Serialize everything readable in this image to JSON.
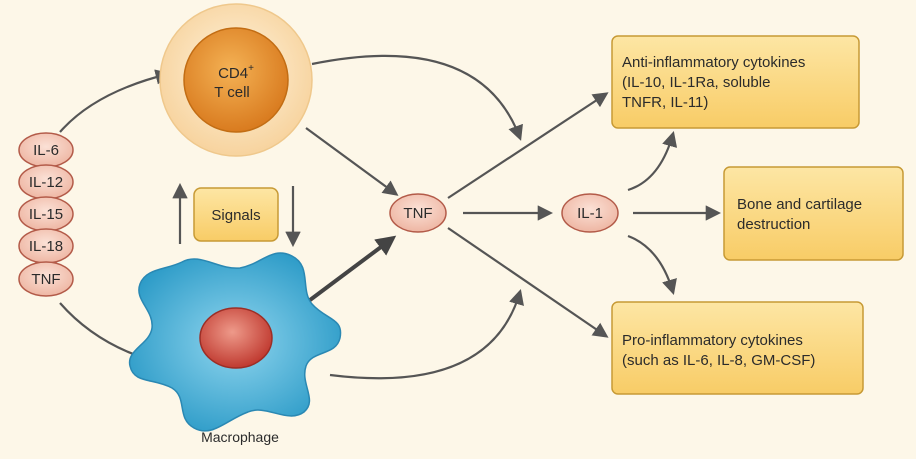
{
  "cytokine_stack": [
    "IL-6",
    "IL-12",
    "IL-15",
    "IL-18",
    "TNF"
  ],
  "tcell": {
    "label_line1": "CD4",
    "label_sup": "+",
    "label_line2": "T cell"
  },
  "signals_label": "Signals",
  "macrophage_label": "Macrophage",
  "tnf_label": "TNF",
  "il1_label": "IL-1",
  "anti_box": {
    "line1": "Anti-inflammatory cytokines",
    "line2": "(IL-10, IL-1Ra, soluble",
    "line3": "TNFR, IL-11)"
  },
  "bone_box": {
    "line1": "Bone and cartilage",
    "line2": "destruction"
  },
  "pro_box": {
    "line1": "Pro-inflammatory cytokines",
    "line2": "(such as IL-6, IL-8, GM-CSF)"
  },
  "colors": {
    "background": "#fdf7e8",
    "oval_fill": "#f2c6b5",
    "oval_stroke": "#b35b49",
    "box_fill": "#fbd985",
    "box_stroke": "#c79a35",
    "tcell_ring": "#fbe0b6",
    "tcell_core": "#e8922c",
    "macrophage": "#4fb5d8",
    "nucleus": "#c9473b",
    "arrow": "#555555"
  }
}
